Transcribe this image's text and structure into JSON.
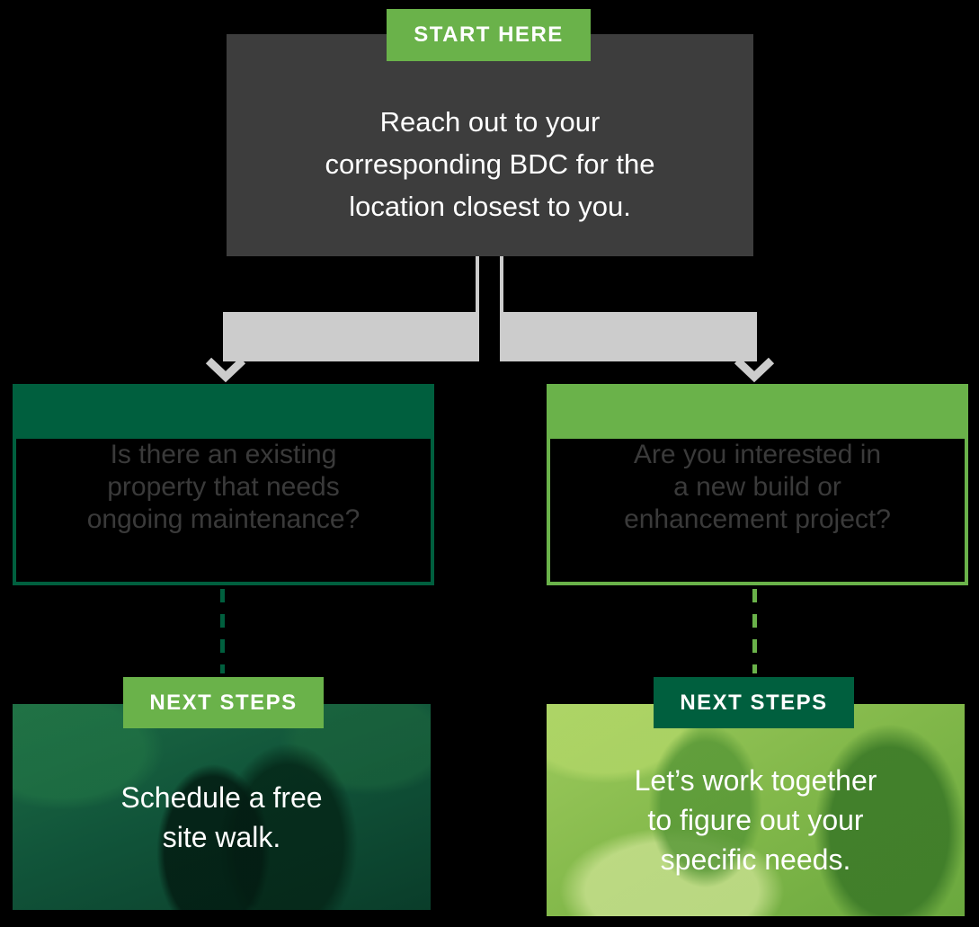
{
  "palette": {
    "dark_green": "#005f3e",
    "light_green": "#6ab24a",
    "box_gray": "#3d3d3d",
    "connector_gray": "#cccccc",
    "question_text_gray": "#3a3a3a",
    "text_white": "#ffffff",
    "background": "#000000"
  },
  "start": {
    "badge_label": "START HERE",
    "text": "Reach out to your corresponding BDC for the location closest to you.",
    "lines": [
      "Reach out to your",
      "corresponding BDC for the",
      "location closest to you."
    ]
  },
  "left_branch": {
    "question": "Is there an existing property that needs ongoing maintenance?",
    "question_lines": [
      "Is there an existing",
      "property that needs",
      "ongoing maintenance?"
    ],
    "next_steps_badge_label": "NEXT STEPS",
    "outcome": "Schedule a free site walk.",
    "outcome_lines": [
      "Schedule a free",
      "site walk."
    ],
    "photo": "two-people-shaking-hands-outdoors-dark-green-duotone"
  },
  "right_branch": {
    "question": "Are you interested in a new build or enhancement project?",
    "question_lines": [
      "Are you interested in",
      "a new build or",
      "enhancement project?"
    ],
    "next_steps_badge_label": "NEXT STEPS",
    "outcome": "Let’s work together to figure out your specific needs.",
    "outcome_lines": [
      "Let’s work together",
      "to figure out your",
      "specific needs."
    ],
    "photo": "two-people-reviewing-plans-at-table-light-green-duotone"
  }
}
